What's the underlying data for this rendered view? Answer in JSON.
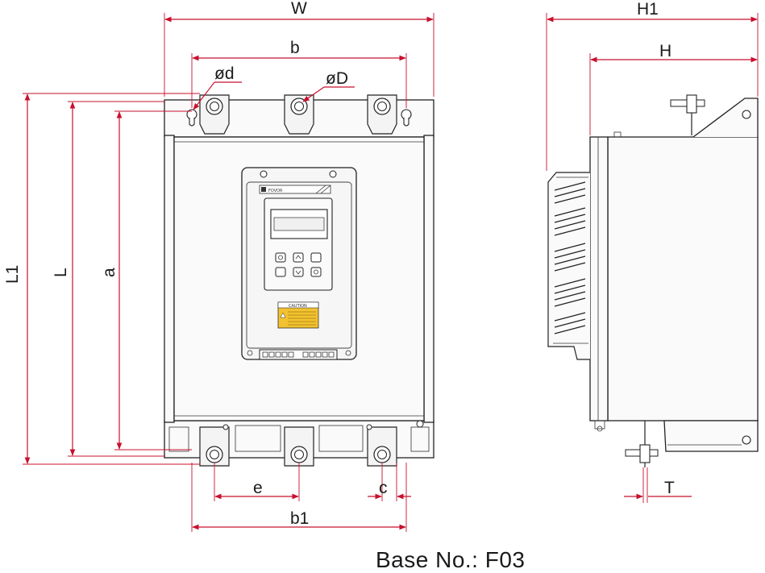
{
  "dimensions": {
    "W": "W",
    "b": "b",
    "d": "ød",
    "D": "øD",
    "L1": "L1",
    "L": "L",
    "a": "a",
    "e": "e",
    "c": "c",
    "b1": "b1",
    "H1": "H1",
    "H": "H",
    "T": "T"
  },
  "caption": "Base No.: F03",
  "keypad": {
    "brand": "FOVOR",
    "caution_title": "CAUTION"
  },
  "colors": {
    "dimension_line": "#c8102e",
    "outline": "#222222",
    "caution_label": "#f2c230"
  }
}
